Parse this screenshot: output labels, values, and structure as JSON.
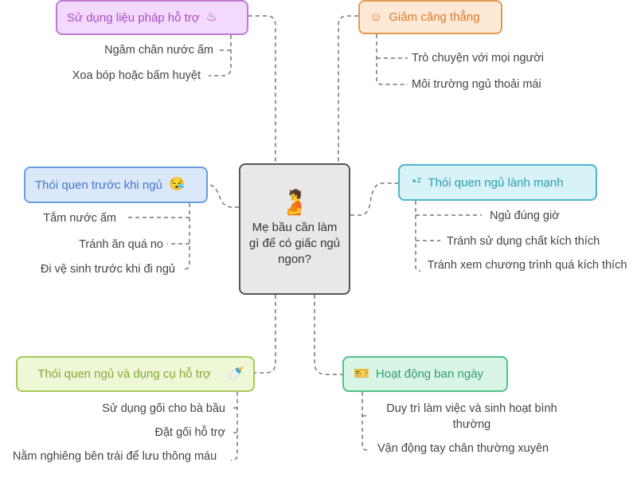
{
  "center": {
    "title": "Mẹ bầu cần làm gì để có giấc ngủ ngon?",
    "icon": "stomach-icon"
  },
  "branches": {
    "therapy": {
      "label": "Sử dụng liệu pháp hỗ trợ",
      "icon": "massage-icon",
      "color": "#a64fc4",
      "items": [
        "Ngâm chân nước ấm",
        "Xoa bóp hoặc bấm huyệt"
      ]
    },
    "stress": {
      "label": "Giảm căng thẳng",
      "icon": "relax-icon",
      "color": "#d97a2b",
      "items": [
        "Trò chuyện với mọi người",
        "Môi trường ngủ thoải mái"
      ]
    },
    "before_sleep": {
      "label": "Thói quen trước khi ngủ",
      "icon": "sleepy-face-icon",
      "color": "#3f79c9",
      "items": [
        "Tắm nước ấm",
        "Tránh ăn quá no",
        "Đi vệ sinh trước khi đi ngủ"
      ]
    },
    "healthy": {
      "label": "Thói quen ngủ lành mạnh",
      "icon": "sleep-clock-icon",
      "color": "#2a9bb3",
      "items": [
        "Ngủ đúng giờ",
        "Tránh sử dụng chất kích thích",
        "Tránh xem chương trình quá kích thích"
      ]
    },
    "tools": {
      "label": "Thói quen ngủ và dụng cụ hỗ trợ",
      "icon": "swaddled-baby-icon",
      "color": "#86a834",
      "items": [
        "Sử dụng gối cho bà bầu",
        "Đặt gối hỗ trợ",
        "Nằm nghiêng bên trái để lưu thông máu"
      ]
    },
    "daytime": {
      "label": "Hoạt động ban ngày",
      "icon": "day-ticket-icon",
      "color": "#2f9e6a",
      "items": [
        "Duy trì làm việc và sinh hoạt bình thường",
        "Vận động tay chân thường xuyên"
      ]
    }
  }
}
